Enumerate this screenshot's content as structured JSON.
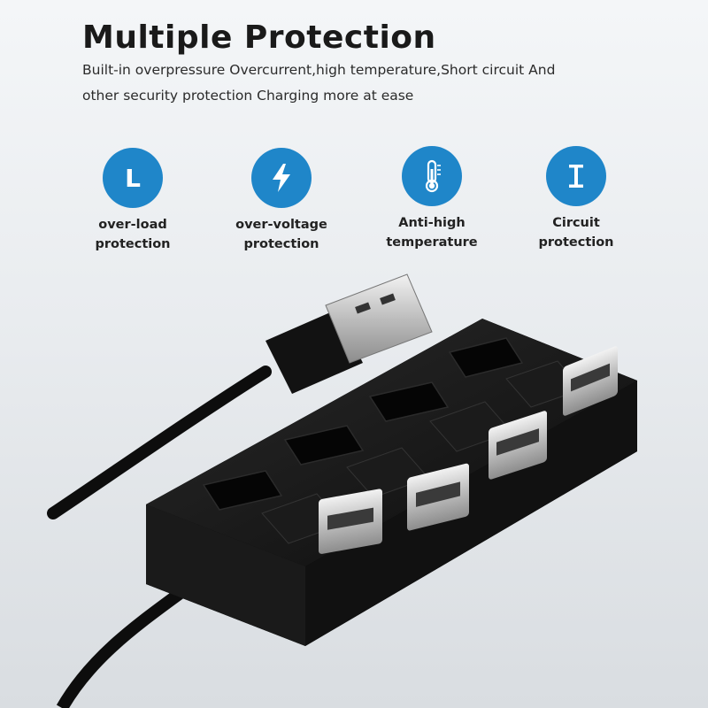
{
  "heading": {
    "title": "Multiple Protection",
    "line1": "Built-in overpressure Overcurrent,high temperature,Short circuit And",
    "line2": "other security protection Charging more at ease"
  },
  "features": [
    {
      "icon": "L",
      "icon_name": "letter-l-icon",
      "label_line1": "over-load",
      "label_line2": "protection"
    },
    {
      "icon": "⚡",
      "icon_name": "lightning-bolt-icon",
      "label_line1": "over-voltage",
      "label_line2": "protection"
    },
    {
      "icon": "",
      "icon_name": "thermometer-icon",
      "label_line1": "Anti-high",
      "label_line2": "temperature"
    },
    {
      "icon": "I",
      "icon_name": "letter-i-icon",
      "label_line1": "Circuit",
      "label_line2": "protection"
    }
  ],
  "colors": {
    "accent": "#1f86c9",
    "device": "#111111"
  }
}
